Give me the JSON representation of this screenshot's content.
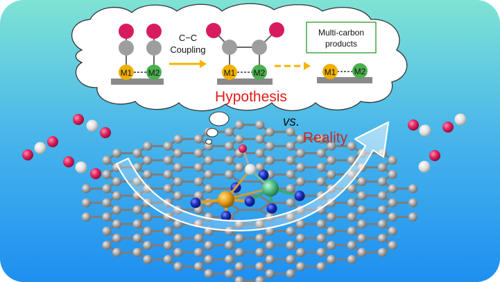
{
  "colors": {
    "bg_top": "#7fe3d4",
    "bg_bottom": "#1e8ff0",
    "oxygen": "#d81b60",
    "carbon_grey": "#9e9e9e",
    "metal1": "#f0b000",
    "metal2": "#4caf50",
    "substrate": "#8a8a8a",
    "arrow_orange": "#f5b400",
    "hypothesis_red": "#e01b1b",
    "reality_red": "#c62828",
    "box_green": "#3a9d3a",
    "nitrogen": "#1a2fbf"
  },
  "hypothesis": {
    "metal1_label": "M1",
    "metal2_label": "M2",
    "coupling_label_line1": "C−C",
    "coupling_label_line2": "Coupling",
    "products_line1": "Multi-carbon",
    "products_line2": "products",
    "title": "Hypothesis"
  },
  "vs_label": "vs.",
  "reality_label": "Reality",
  "icons": {
    "thought_cloud": "cloud-icon",
    "curved_arrow": "curved-arrow-icon",
    "co_molecule": "co-molecule-icon"
  }
}
